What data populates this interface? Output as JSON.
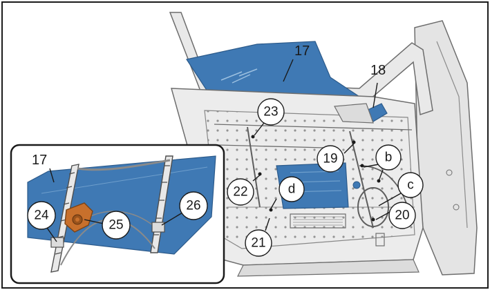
{
  "colors": {
    "glass": "#3f79b4",
    "glass_light": "#6f9fcc",
    "door_fill": "#ececec",
    "door_line": "#6d6d6d",
    "motor": "#c8702c",
    "frame": "#1a1a1a"
  },
  "labels": {
    "l17_main": "17",
    "l18": "18",
    "l23": "23",
    "l19": "19",
    "lb": "b",
    "lc": "c",
    "ld": "d",
    "l22": "22",
    "l20": "20",
    "l21": "21",
    "l17_inset": "17",
    "l24": "24",
    "l25": "25",
    "l26": "26"
  }
}
